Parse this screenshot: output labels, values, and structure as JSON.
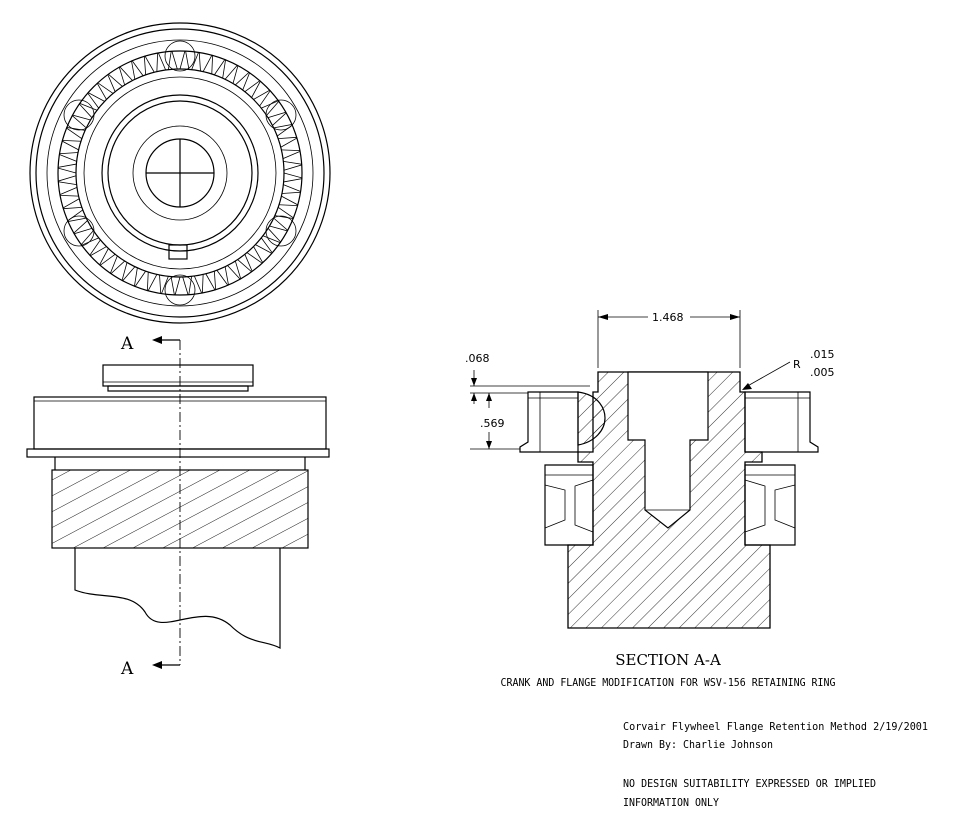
{
  "section_marks": {
    "top": "A",
    "bottom": "A"
  },
  "dimensions": {
    "width": "1.468",
    "depth": ".068",
    "height": ".569",
    "radius_prefix": "R",
    "radius_upper": ".015",
    "radius_lower": ".005"
  },
  "section_title": "SECTION A-A",
  "subtitle": "CRANK AND FLANGE MODIFICATION FOR WSV-156 RETAINING RING",
  "notes": {
    "title_line": "Corvair Flywheel Flange Retention Method  2/19/2001",
    "drawn_by": "Drawn By: Charlie Johnson",
    "disclaimer_1": "NO DESIGN SUITABILITY EXPRESSED OR IMPLIED",
    "disclaimer_2": "INFORMATION ONLY"
  }
}
